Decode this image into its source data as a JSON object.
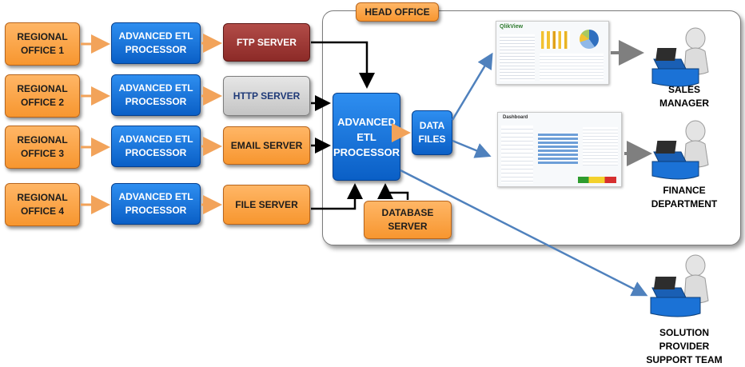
{
  "head_office": {
    "title": "HEAD OFFICE"
  },
  "regional_offices": [
    {
      "label": "REGIONAL OFFICE 1"
    },
    {
      "label": "REGIONAL OFFICE 2"
    },
    {
      "label": "REGIONAL OFFICE 3"
    },
    {
      "label": "REGIONAL OFFICE 4"
    }
  ],
  "etl_processors": [
    {
      "label": "ADVANCED ETL PROCESSOR"
    },
    {
      "label": "ADVANCED ETL PROCESSOR"
    },
    {
      "label": "ADVANCED ETL PROCESSOR"
    },
    {
      "label": "ADVANCED ETL PROCESSOR"
    }
  ],
  "servers": [
    {
      "label": "FTP SERVER"
    },
    {
      "label": "HTTP SERVER"
    },
    {
      "label": "EMAIL SERVER"
    },
    {
      "label": "FILE SERVER"
    }
  ],
  "central_processor": {
    "label": "ADVANCED ETL PROCESSOR"
  },
  "database_server": {
    "label": "DATABASE SERVER"
  },
  "data_files": {
    "label": "DATA FILES"
  },
  "dashboard_1": {
    "brand": "QlikView"
  },
  "dashboard_2": {
    "title": "Dashboard"
  },
  "recipients": [
    {
      "label": "SALES MANAGER"
    },
    {
      "label": "FINANCE DEPARTMENT"
    },
    {
      "label": "SOLUTION PROVIDER SUPPORT TEAM"
    }
  ],
  "colors": {
    "orange": "#f7962f",
    "blue": "#0a5fc6",
    "red": "#8c2a27",
    "grey": "#c4c4c4",
    "arrow_orange": "#f2a35a",
    "arrow_blue": "#4f81bd",
    "arrow_black": "#000000",
    "arrow_grey": "#7f7f7f"
  }
}
